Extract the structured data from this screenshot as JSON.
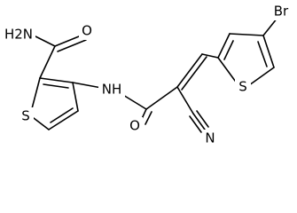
{
  "structure": {
    "atoms": {
      "h2n": "H2N",
      "o_amide": "O",
      "s_left": "S",
      "nh": "NH",
      "o_carbonyl": "O",
      "n_nitrile": "N",
      "s_right": "S",
      "br": "Br"
    }
  }
}
